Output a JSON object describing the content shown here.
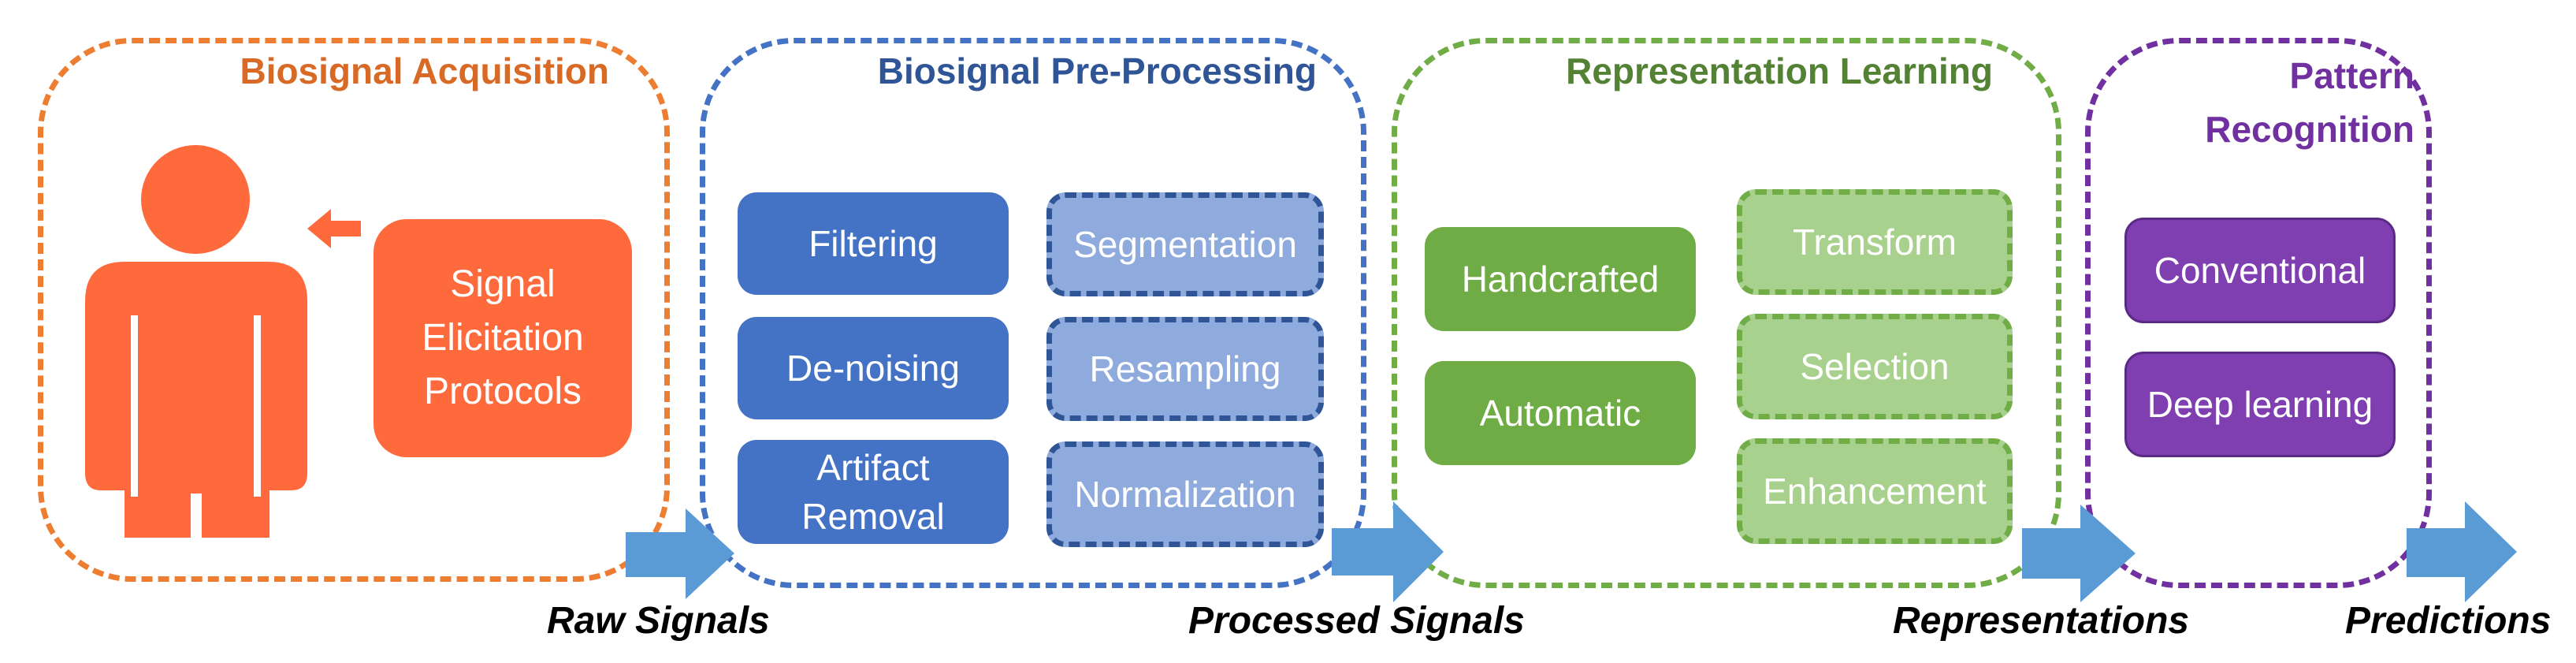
{
  "colors": {
    "acquisition": "#ED7D31",
    "preprocessing": "#4472C4",
    "representation": "#70AD47",
    "recognition": "#7030A0",
    "arrow": "#5B9BD5",
    "person": "#FF6A3D"
  },
  "panels": {
    "acquisition": {
      "title": "Biosignal Acquisition",
      "box": "Signal\nElicitation\nProtocols",
      "figure_icon": "person-icon",
      "pointer_icon": "left-arrow-icon"
    },
    "preprocessing": {
      "title": "Biosignal Pre-Processing",
      "left": [
        "Filtering",
        "De-noising",
        "Artifact\nRemoval"
      ],
      "right": [
        "Segmentation",
        "Resampling",
        "Normalization"
      ]
    },
    "representation": {
      "title": "Representation Learning",
      "left": [
        "Handcrafted",
        "Automatic"
      ],
      "right": [
        "Transform",
        "Selection",
        "Enhancement"
      ]
    },
    "recognition": {
      "title": "Pattern\nRecognition",
      "items": [
        "Conventional",
        "Deep learning"
      ]
    }
  },
  "flow": [
    "Raw Signals",
    "Processed Signals",
    "Representations",
    "Predictions"
  ]
}
